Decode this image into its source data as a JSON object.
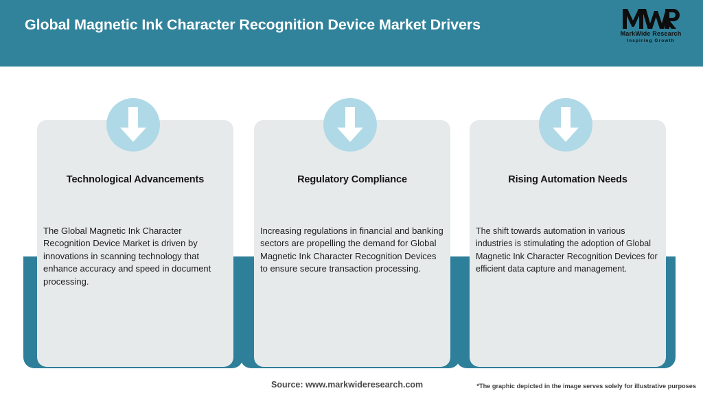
{
  "theme": {
    "header_bg": "#31839B",
    "frame_teal": "#2E7F99",
    "card_bg": "#E7EAEB",
    "circle_blue": "#AFD9E6",
    "arrow_white": "#FFFFFF"
  },
  "header": {
    "title": "Global Magnetic Ink Character Recognition Device Market Drivers",
    "logo": {
      "mark": "MWR",
      "name": "MarkWide Research",
      "tagline": "Inspiring Growth"
    }
  },
  "cards": [
    {
      "icon": "down-arrow-icon",
      "title": "Technological Advancements",
      "body": "The Global Magnetic Ink Character Recognition Device Market is driven by innovations in scanning technology that enhance accuracy and speed in document processing."
    },
    {
      "icon": "down-arrow-icon",
      "title": "Regulatory Compliance",
      "body": "Increasing regulations in financial and banking sectors are propelling the demand for Global Magnetic Ink Character Recognition Devices to ensure secure transaction processing."
    },
    {
      "icon": "down-arrow-icon",
      "title": "Rising Automation Needs",
      "body": "The shift towards automation in various industries is stimulating the adoption of Global Magnetic Ink Character Recognition Devices for efficient data capture and management."
    }
  ],
  "footer": {
    "source": "Source: www.markwideresearch.com",
    "disclaimer": "*The graphic depicted in the image serves solely for illustrative purposes"
  }
}
